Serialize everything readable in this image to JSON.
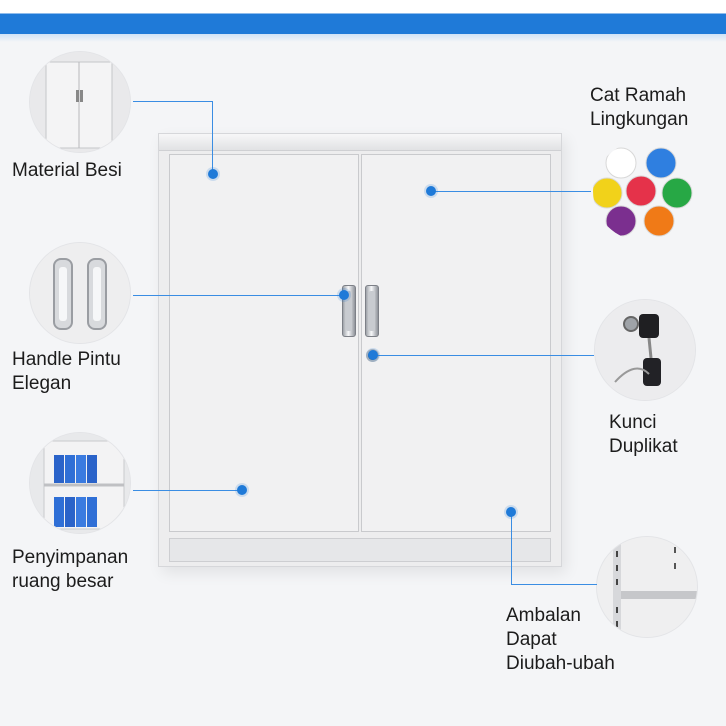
{
  "labels": {
    "material": "Material Besi",
    "handle_line1": "Handle Pintu",
    "handle_line2": "Elegan",
    "storage_line1": "Penyimpanan",
    "storage_line2": "ruang besar",
    "paint_line1": "Cat Ramah",
    "paint_line2": "Lingkungan",
    "key_line1": "Kunci",
    "key_line2": "Duplikat",
    "shelf_line1": "Ambalan",
    "shelf_line2": "Dapat",
    "shelf_line3": "Diubah-ubah"
  },
  "colors": {
    "accent": "#1f7ad8",
    "paint_swatches": [
      "#ffffff",
      "#2f7fe0",
      "#f1d21a",
      "#e5324a",
      "#27a845",
      "#7b2f8f",
      "#f07a17"
    ]
  }
}
